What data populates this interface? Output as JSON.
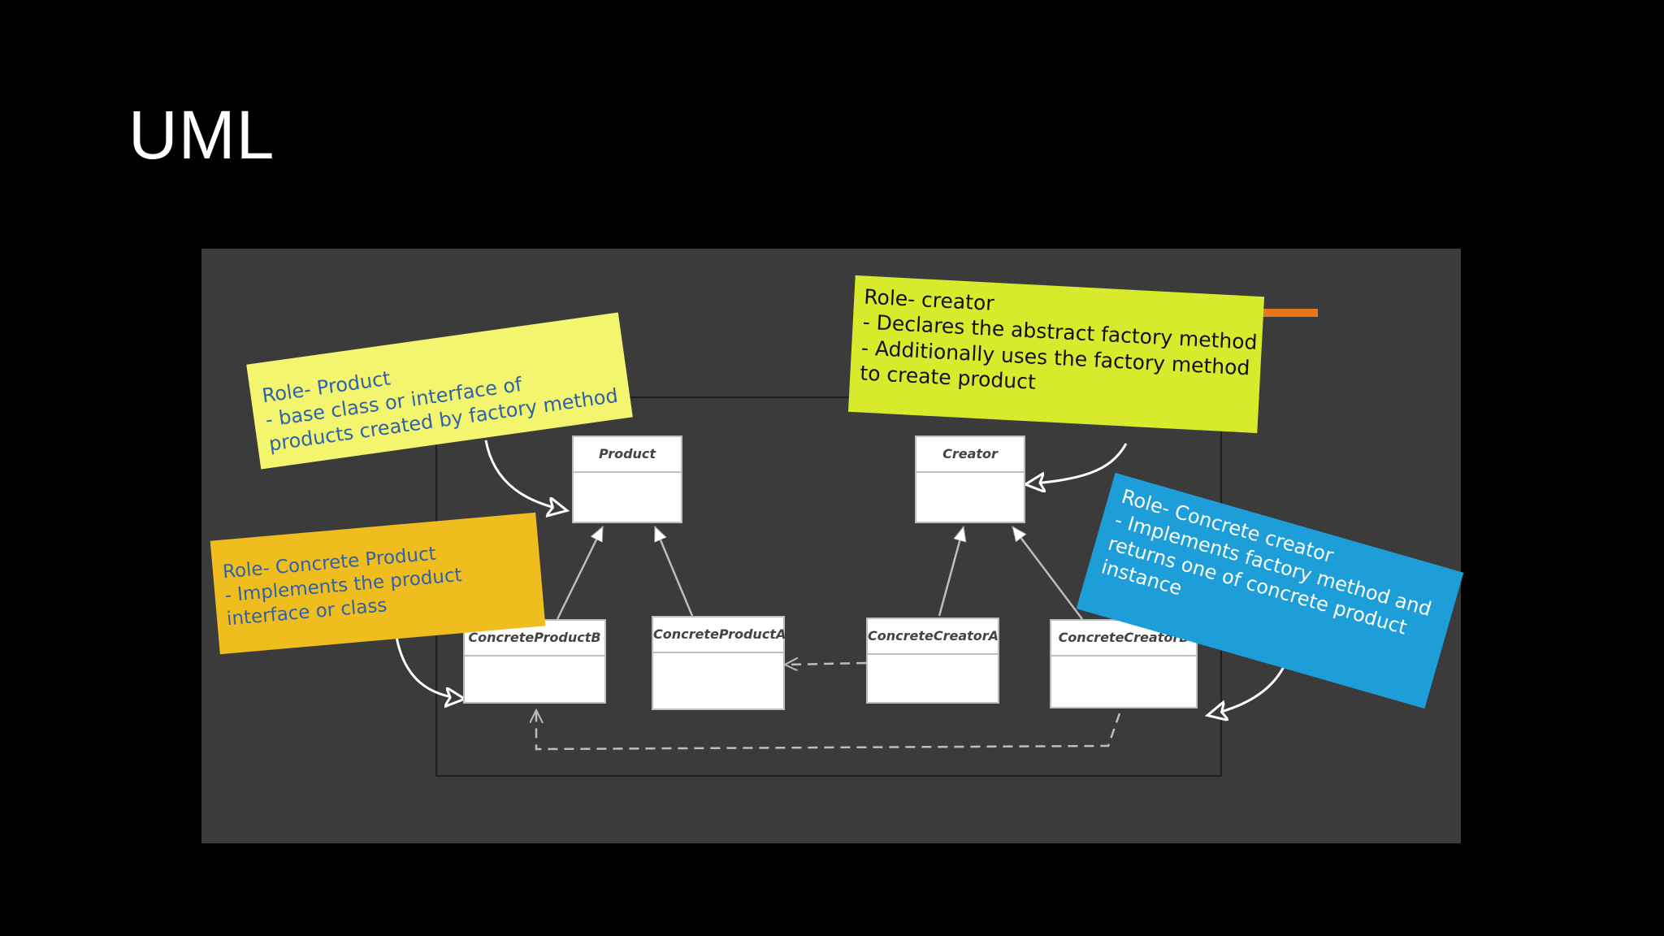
{
  "slide": {
    "title": "UML"
  },
  "classes": {
    "product": "Product",
    "creator": "Creator",
    "concrete_product_b": "ConcreteProductB",
    "concrete_product_a": "ConcreteProductA",
    "concrete_creator_a": "ConcreteCreatorA",
    "concrete_creator_b": "ConcreteCreatorB"
  },
  "notes": {
    "product": [
      "Role- Product",
      "- base class or interface of",
      "products created by factory method"
    ],
    "creator": [
      "Role- creator",
      "- Declares the abstract factory method",
      "- Additionally uses the factory method",
      "to create product"
    ],
    "concrete_product": [
      "Role- Concrete Product",
      "- Implements the product",
      "interface or class"
    ],
    "concrete_creator": [
      "Role- Concrete creator",
      "- Implements factory method and",
      "returns one of concrete product",
      "instance"
    ]
  },
  "colors": {
    "background": "#000000",
    "panel": "#3b3b3b",
    "note_product": "#f4f56e",
    "note_creator": "#d7eb2c",
    "note_concrete_product": "#f0bd1e",
    "note_concrete_creator": "#1d9ed8"
  }
}
